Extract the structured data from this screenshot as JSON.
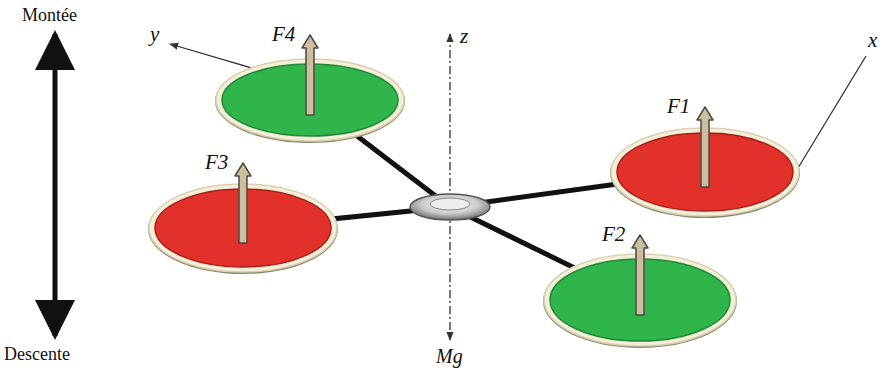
{
  "diagram": {
    "nodes": [
      {
        "text": [
          "F4"
        ]
      },
      {
        "text": [
          "F1"
        ]
      },
      {
        "text": [
          "F3"
        ]
      },
      {
        "text": [
          "F2"
        ]
      }
    ],
    "labels": [
      "Montée",
      "Descente",
      "y",
      "z",
      "x",
      "Mg"
    ]
  }
}
